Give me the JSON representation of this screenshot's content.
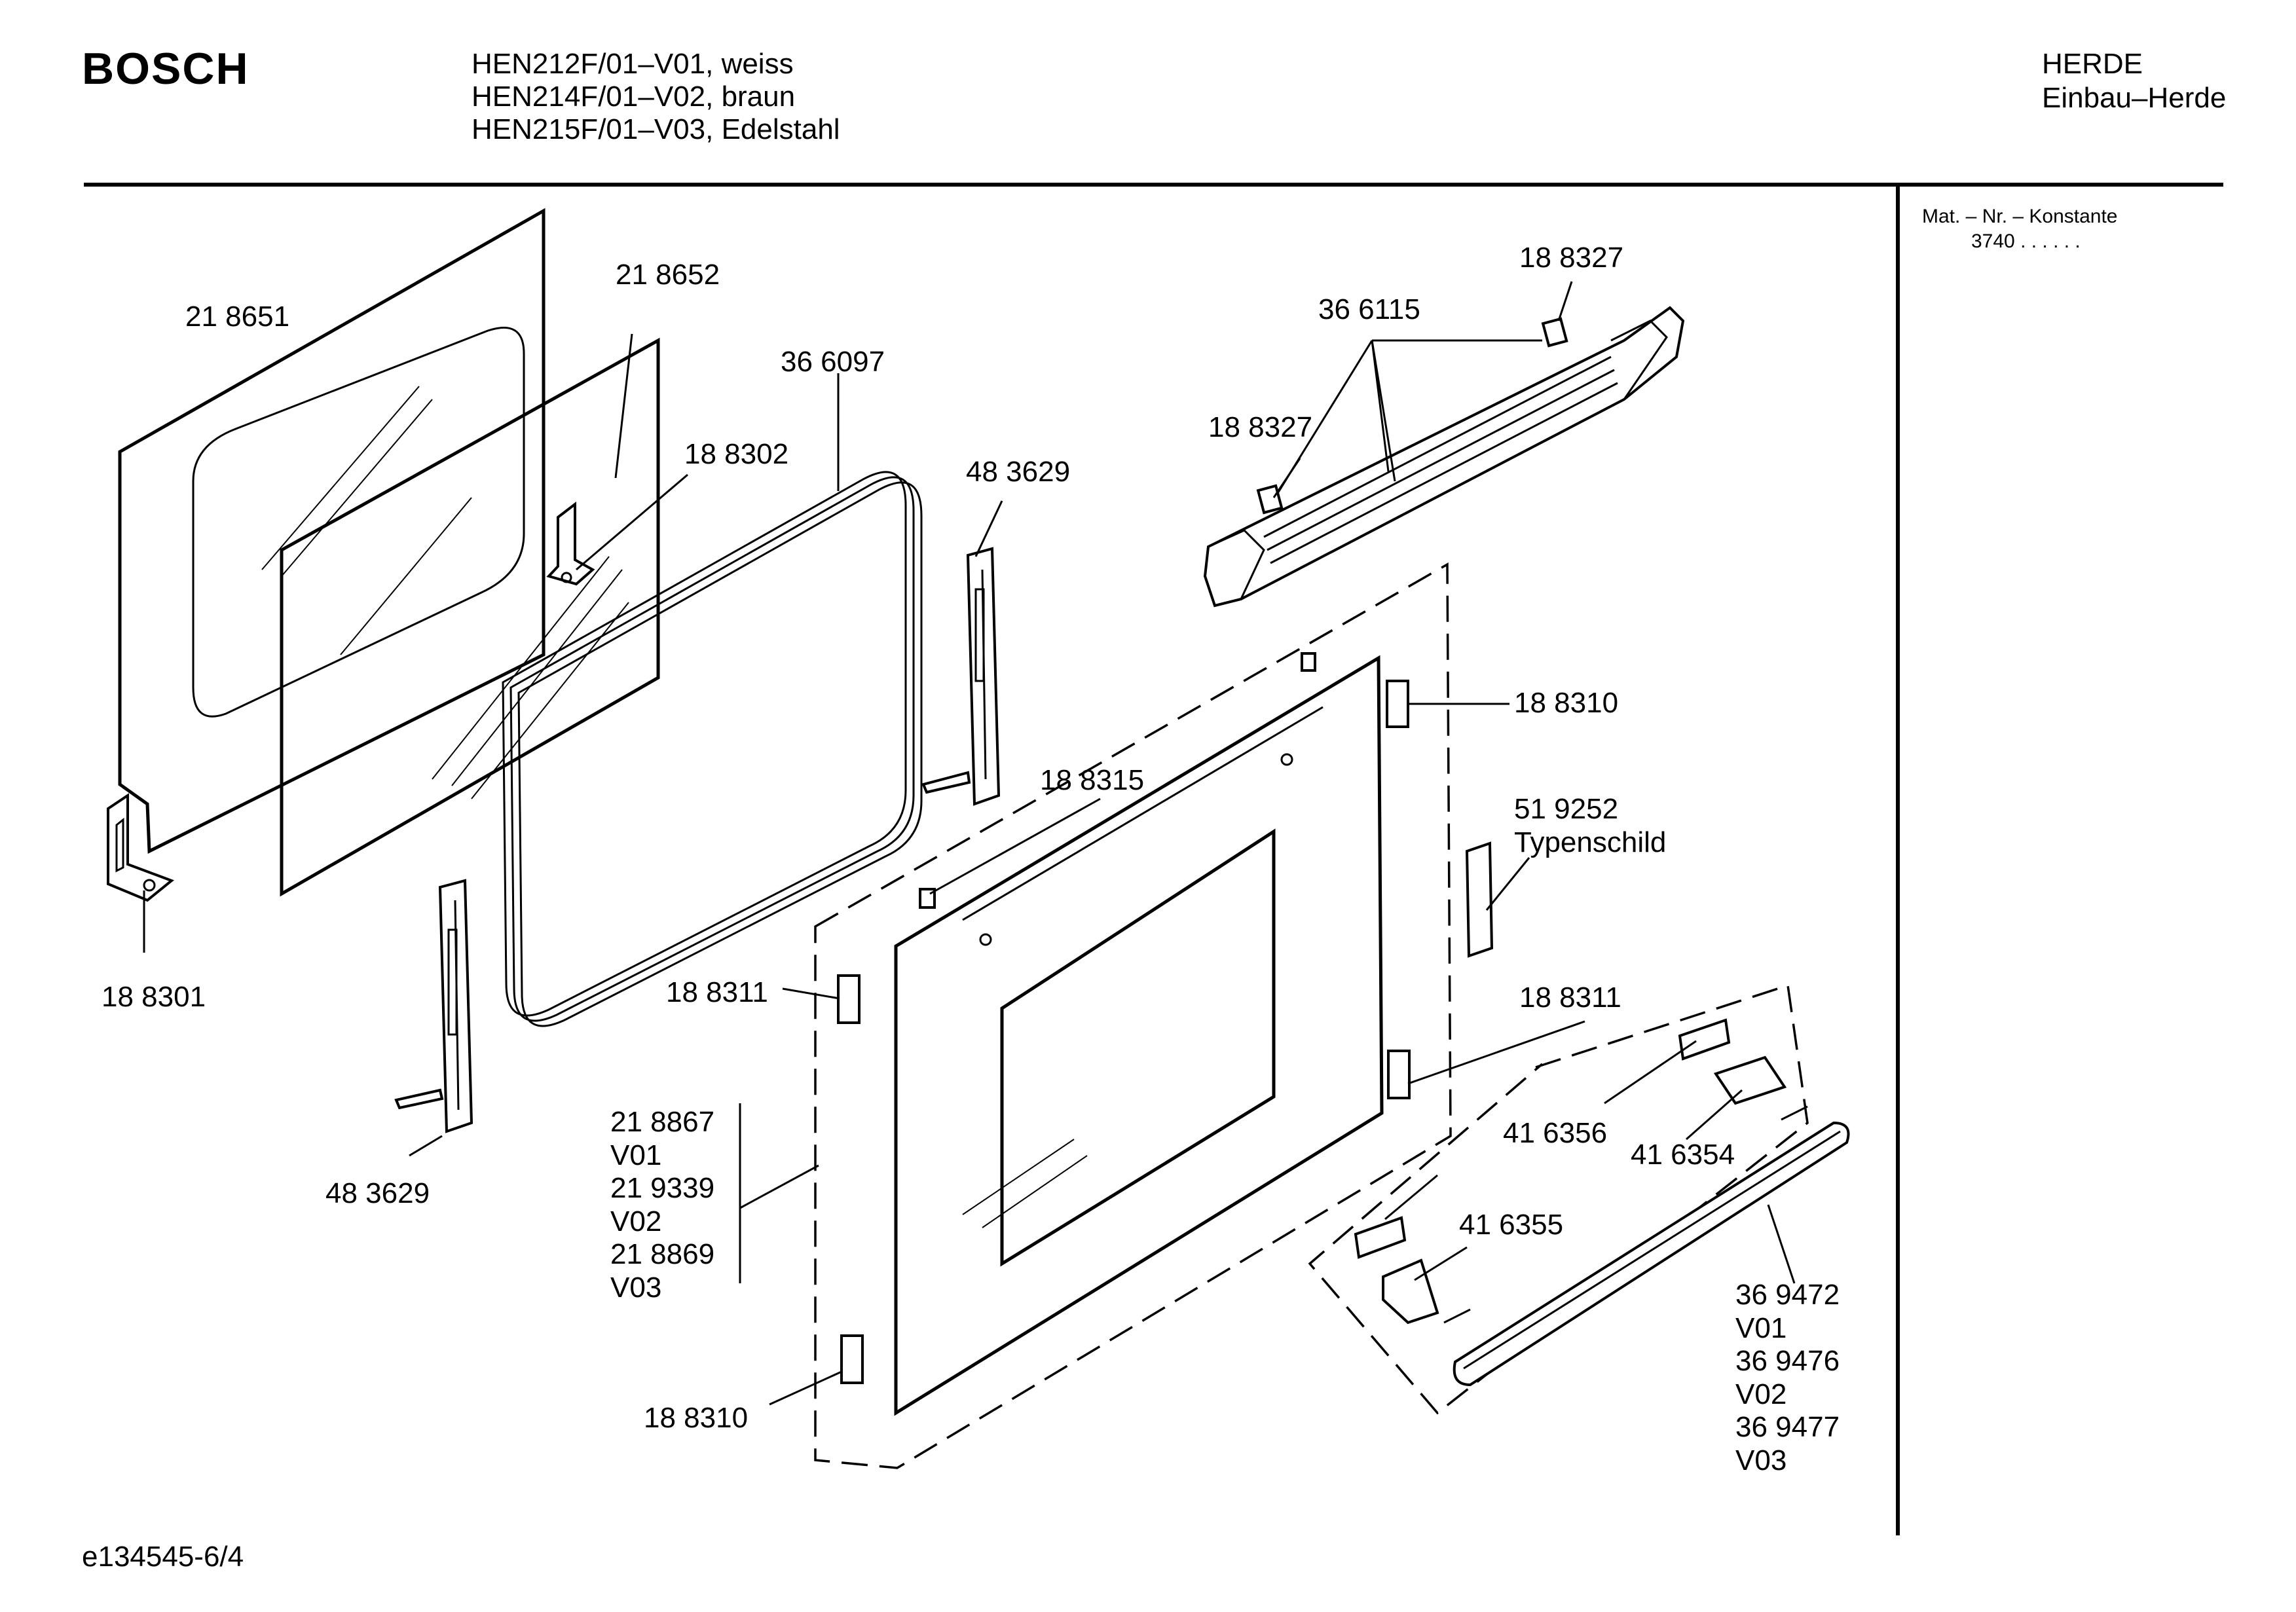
{
  "header": {
    "brand": "BOSCH",
    "models": [
      "HEN212F/01–V01, weiss",
      "HEN214F/01–V02, braun",
      "HEN215F/01–V03, Edelstahl"
    ],
    "category": "HERDE",
    "subcategory": "Einbau–Herde"
  },
  "sidebar": {
    "title": "Mat. – Nr. – Konstante",
    "value": "3740  .  .    .  .  .  ."
  },
  "footer": {
    "doc_id": "e134545-6/4"
  },
  "parts": {
    "p218651": "21 8651",
    "p218652": "21 8652",
    "p366097": "36 6097",
    "p188302": "18 8302",
    "p483629_top": "48 3629",
    "p188327_top": "18 8327",
    "p366115": "36 6115",
    "p188327_left": "18 8327",
    "p188310_right": "18 8310",
    "p188315": "18 8315",
    "p519252": "51 9252",
    "p519252_note": "Typenschild",
    "p188301": "18 8301",
    "p188311_left": "18 8311",
    "p188311_right": "18 8311",
    "p483629_bottom": "48 3629",
    "p416356": "41 6356",
    "p416354": "41 6354",
    "p416355": "41 6355",
    "door_group": [
      "21 8867",
      "V01",
      "21 9339",
      "V02",
      "21 8869",
      "V03"
    ],
    "handle_group": [
      "36 9472",
      "V01",
      "36 9476",
      "V02",
      "36 9477",
      "V03"
    ],
    "p188310_bottom": "18 8310"
  }
}
